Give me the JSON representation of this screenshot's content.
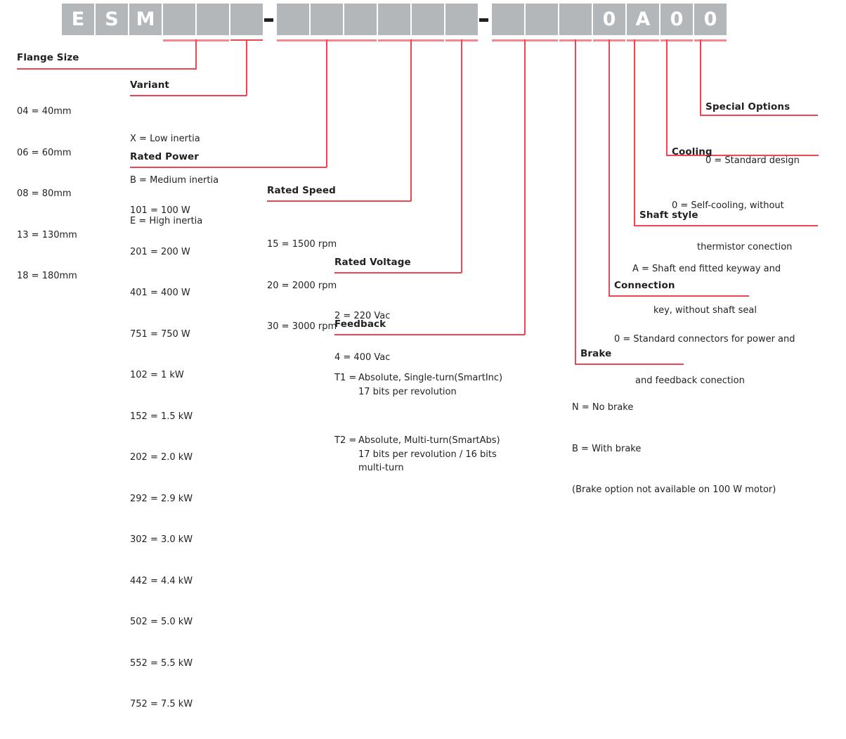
{
  "part_code": {
    "prefix": [
      "E",
      "S",
      "M"
    ],
    "boxes": [
      "E",
      "S",
      "M",
      "",
      "",
      "",
      "-",
      "",
      "",
      "",
      "",
      "",
      "",
      "-",
      "",
      "",
      "",
      "0",
      "A",
      "0",
      "0"
    ],
    "separator": "-",
    "filled_tail": [
      "0",
      "A",
      "0",
      "0"
    ]
  },
  "sections": {
    "flange_size": {
      "title": "Flange Size",
      "items": [
        "04 = 40mm",
        "06 = 60mm",
        "08 = 80mm",
        "13 = 130mm",
        "18 = 180mm"
      ]
    },
    "variant": {
      "title": "Variant",
      "items": [
        "X = Low inertia",
        "B = Medium inertia",
        "E = High inertia"
      ]
    },
    "rated_power": {
      "title": "Rated Power",
      "items": [
        "101 = 100 W",
        "201 = 200 W",
        "401 = 400 W",
        "751 = 750 W",
        "102 = 1 kW",
        "152 = 1.5 kW",
        "202 = 2.0 kW",
        "292 = 2.9 kW",
        "302 = 3.0 kW",
        "442 = 4.4 kW",
        "502 = 5.0 kW",
        "552 = 5.5 kW",
        "752 = 7.5 kW"
      ]
    },
    "rated_speed": {
      "title": "Rated Speed",
      "items": [
        "15 = 1500 rpm",
        "20 = 2000 rpm",
        "30 = 3000 rpm"
      ]
    },
    "rated_voltage": {
      "title": "Rated Voltage",
      "items": [
        "2 = 220 Vac",
        "4 = 400 Vac"
      ]
    },
    "feedback": {
      "title": "Feedback",
      "entries": [
        {
          "key": "T1 =",
          "value": "Absolute, Single-turn(SmartInc)\n17 bits per revolution"
        },
        {
          "key": "T2 =",
          "value": "Absolute, Multi-turn(SmartAbs)\n17 bits per revolution / 16 bits\nmulti-turn"
        }
      ]
    },
    "brake": {
      "title": "Brake",
      "items": [
        "N = No brake",
        "B = With brake",
        "(Brake option not available on 100 W motor)"
      ]
    },
    "connection": {
      "title": "Connection",
      "items": [
        "0 = Standard connectors for power and",
        "and feedback conection"
      ]
    },
    "shaft_style": {
      "title": "Shaft style",
      "items": [
        "A = Shaft end fitted keyway and",
        "key, without shaft seal"
      ]
    },
    "cooling": {
      "title": "Cooling",
      "items": [
        "0 = Self-cooling, without",
        "thermistor conection"
      ]
    },
    "special_options": {
      "title": "Special Options",
      "items": [
        "0 = Standard design"
      ]
    }
  },
  "colors": {
    "box_fill": "#b4b7ba",
    "box_text": "#ffffff",
    "leader": "#ef4452",
    "leader_soft": "#f5878f",
    "text": "#231f20"
  }
}
